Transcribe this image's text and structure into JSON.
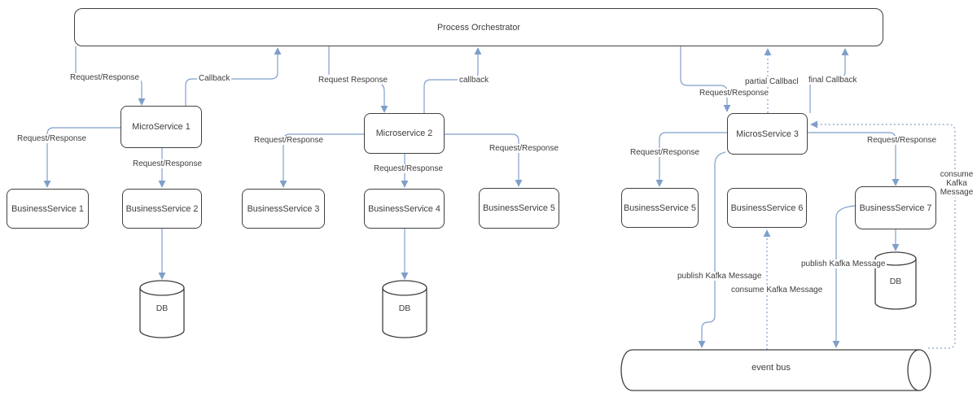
{
  "colors": {
    "arrow_blue": "#7e9fca",
    "node_border": "#404040",
    "text": "#3d3d3d",
    "background": "#ffffff"
  },
  "nodes": {
    "orchestrator": {
      "label": "Process Orchestrator"
    },
    "microservice1": {
      "label": "MicroService 1"
    },
    "microservice2": {
      "label": "Microservice 2"
    },
    "microservice3": {
      "label": "MicrosService 3"
    },
    "business1": {
      "label": "BusinessService 1"
    },
    "business2": {
      "label": "BusinessService 2"
    },
    "business3": {
      "label": "BusinessService 3"
    },
    "business4": {
      "label": "BusinessService 4"
    },
    "business5_mid": {
      "label": "BusinessService 5"
    },
    "business5_right": {
      "label": "BusinessService 5"
    },
    "business6": {
      "label": "BusinessService 6"
    },
    "business7": {
      "label": "BusinessService 7"
    },
    "db1": {
      "label": "DB"
    },
    "db2": {
      "label": "DB"
    },
    "db3": {
      "label": "DB"
    },
    "event_bus": {
      "label": "event bus"
    }
  },
  "edge_labels": {
    "orch_to_ms1": "Request/Response",
    "ms1_to_orch": "Callback",
    "orch_to_ms2": "Request Response",
    "ms2_to_orch": "callback",
    "orch_to_ms3": "Request/Response",
    "ms3_partial_callback": "partial Callbacl",
    "ms3_final_callback": "final Callback",
    "ms1_to_bs1": "Request/Response",
    "ms1_to_bs2": "Request/Response",
    "ms2_to_bs3": "Request/Response",
    "ms2_to_bs4": "Request/Response",
    "ms2_to_bs5": "Request/Response",
    "ms3_to_bs5": "Request/Response",
    "ms3_to_bs7": "Request/Response",
    "ms3_publish": "publish Kafka Message",
    "bs6_consume": "consume Kafka Message",
    "bs7_publish": "publish Kafka Message",
    "ms3_consume": "consume\nKafka\nMessage"
  }
}
